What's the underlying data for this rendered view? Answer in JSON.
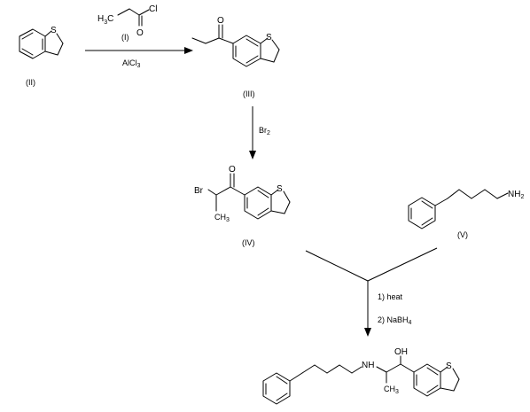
{
  "compounds": {
    "c1": {
      "label": "(I)"
    },
    "c2": {
      "label": "(II)"
    },
    "c3": {
      "label": "(III)"
    },
    "c4": {
      "label": "(IV)"
    },
    "c5": {
      "label": "(V)"
    }
  },
  "atoms": {
    "ch3": "H",
    "ch3_sub": "3",
    "ch3_c": "C",
    "cl": "Cl",
    "o": "O",
    "s": "S",
    "br": "Br",
    "n": "N",
    "nh2_h": "H",
    "nh2_sub": "2",
    "oh": "OH",
    "h": "H",
    "me_ch": "CH",
    "me_sub": "3",
    "alcl": "AlCl",
    "alcl_sub": "3",
    "br2": "Br",
    "br2_sub": "2",
    "nabh": "NaBH",
    "nabh_sub": "4"
  },
  "steps": {
    "step1_reagent": "AlCl3",
    "step2_reagent": "Br2",
    "step3_a": "1) heat",
    "step3_b_prefix": "2) "
  },
  "colors": {
    "ink": "#000000",
    "background": "#ffffff"
  }
}
